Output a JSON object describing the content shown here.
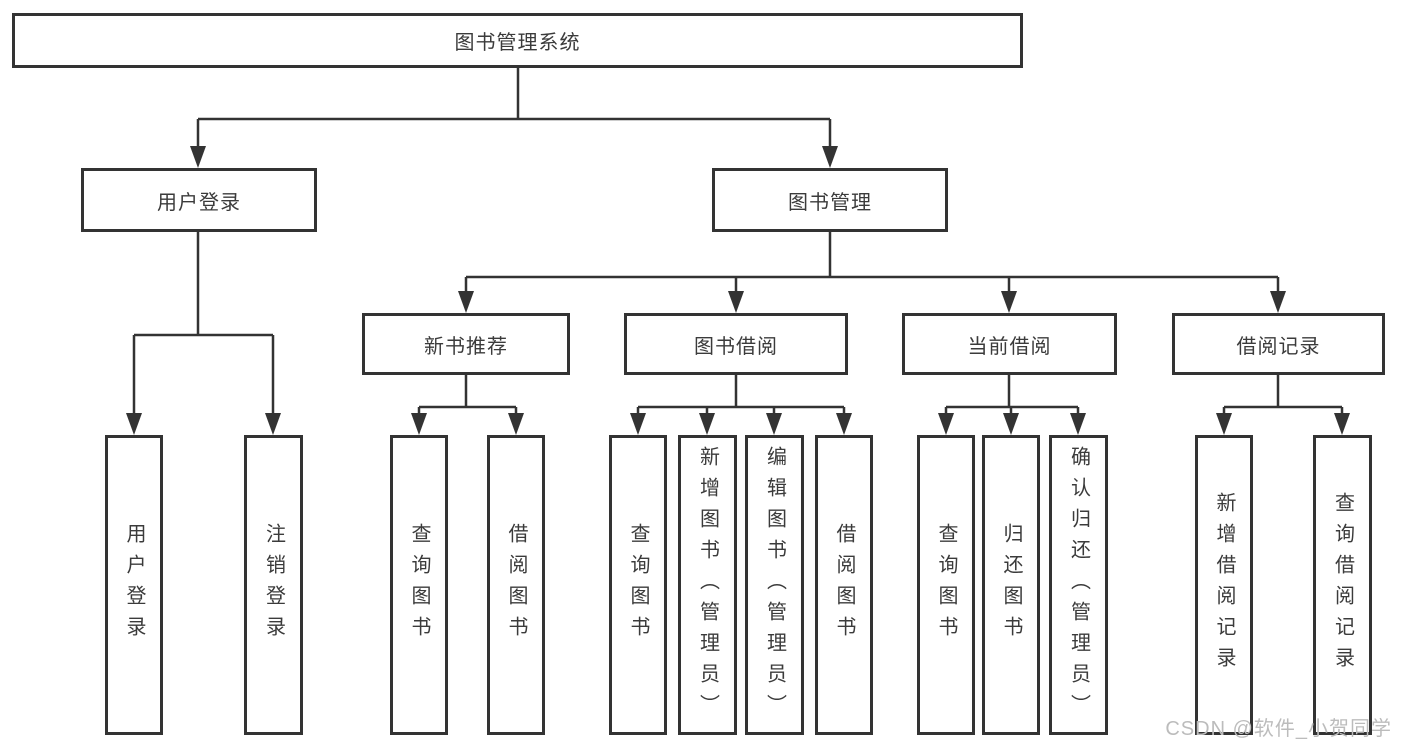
{
  "title": "图书管理系统",
  "level2": [
    {
      "label": "用户登录"
    },
    {
      "label": "图书管理"
    }
  ],
  "level3": [
    {
      "label": "新书推荐"
    },
    {
      "label": "图书借阅"
    },
    {
      "label": "当前借阅"
    },
    {
      "label": "借阅记录"
    }
  ],
  "leaves": {
    "user_login": [
      "用户登录",
      "注销登录"
    ],
    "new_book_rec": [
      "查询图书",
      "借阅图书"
    ],
    "book_borrow": [
      "查询图书",
      "新增图书（管理员）",
      "编辑图书（管理员）",
      "借阅图书"
    ],
    "current_borrow": [
      "查询图书",
      "归还图书",
      "确认归还（管理员）"
    ],
    "borrow_records": [
      "新增借阅记录",
      "查询借阅记录"
    ]
  },
  "watermark": "CSDN @软件_小贺同学",
  "colors": {
    "line": "#333333",
    "border": "#333333",
    "text": "#3b3b3b",
    "watermark": "#bcbcbc",
    "background": "#ffffff"
  }
}
